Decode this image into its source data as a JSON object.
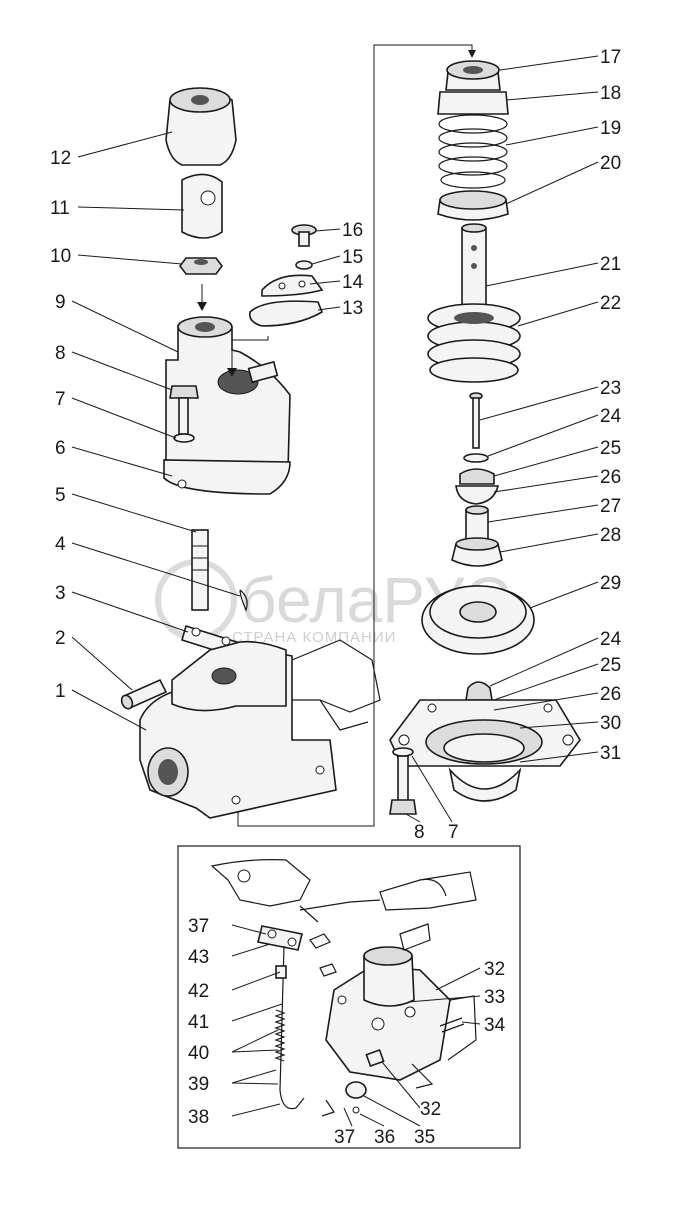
{
  "watermark": {
    "word": "белаРУС",
    "tagline": "СТРАНА КОМПАНИИ"
  },
  "callouts_upper": [
    {
      "id": "c17",
      "label": "17"
    },
    {
      "id": "c18",
      "label": "18"
    },
    {
      "id": "c19",
      "label": "19"
    },
    {
      "id": "c20",
      "label": "20"
    },
    {
      "id": "c21",
      "label": "21"
    },
    {
      "id": "c22",
      "label": "22"
    },
    {
      "id": "c23",
      "label": "23"
    },
    {
      "id": "c24a",
      "label": "24"
    },
    {
      "id": "c25a",
      "label": "25"
    },
    {
      "id": "c26a",
      "label": "26"
    },
    {
      "id": "c27",
      "label": "27"
    },
    {
      "id": "c28",
      "label": "28"
    },
    {
      "id": "c29",
      "label": "29"
    },
    {
      "id": "c24b",
      "label": "24"
    },
    {
      "id": "c25b",
      "label": "25"
    },
    {
      "id": "c26b",
      "label": "26"
    },
    {
      "id": "c30",
      "label": "30"
    },
    {
      "id": "c31",
      "label": "31"
    },
    {
      "id": "c8b",
      "label": "8"
    },
    {
      "id": "c7b",
      "label": "7"
    },
    {
      "id": "c12",
      "label": "12"
    },
    {
      "id": "c11",
      "label": "11"
    },
    {
      "id": "c10",
      "label": "10"
    },
    {
      "id": "c16",
      "label": "16"
    },
    {
      "id": "c15",
      "label": "15"
    },
    {
      "id": "c14",
      "label": "14"
    },
    {
      "id": "c13",
      "label": "13"
    },
    {
      "id": "c9",
      "label": "9"
    },
    {
      "id": "c8a",
      "label": "8"
    },
    {
      "id": "c7a",
      "label": "7"
    },
    {
      "id": "c6",
      "label": "6"
    },
    {
      "id": "c5",
      "label": "5"
    },
    {
      "id": "c4",
      "label": "4"
    },
    {
      "id": "c3",
      "label": "3"
    },
    {
      "id": "c2",
      "label": "2"
    },
    {
      "id": "c1",
      "label": "1"
    }
  ],
  "callouts_inset": [
    {
      "id": "i37a",
      "label": "37"
    },
    {
      "id": "i43",
      "label": "43"
    },
    {
      "id": "i42",
      "label": "42"
    },
    {
      "id": "i41",
      "label": "41"
    },
    {
      "id": "i40",
      "label": "40"
    },
    {
      "id": "i39",
      "label": "39"
    },
    {
      "id": "i38",
      "label": "38"
    },
    {
      "id": "i32a",
      "label": "32"
    },
    {
      "id": "i33",
      "label": "33"
    },
    {
      "id": "i34",
      "label": "34"
    },
    {
      "id": "i32b",
      "label": "32"
    },
    {
      "id": "i37b",
      "label": "37"
    },
    {
      "id": "i36",
      "label": "36"
    },
    {
      "id": "i35",
      "label": "35"
    }
  ]
}
